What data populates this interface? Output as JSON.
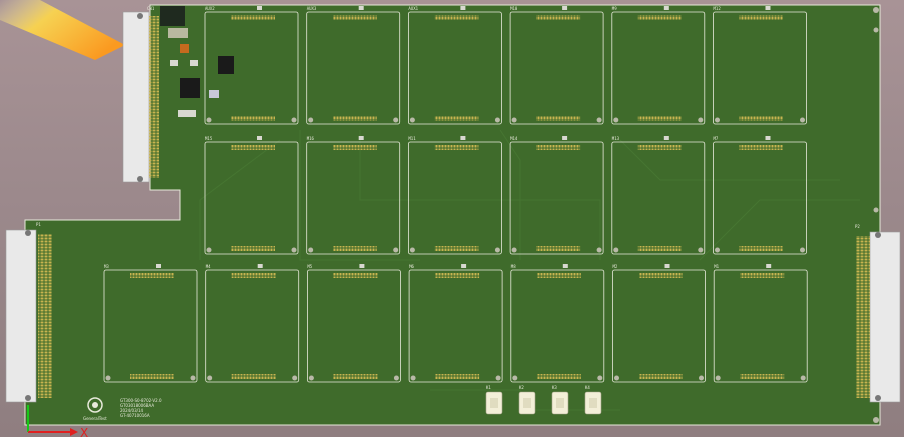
{
  "board": {
    "top_labels": [
      "AUX2",
      "AUX3",
      "AUX1",
      "M10",
      "M9",
      "M12"
    ],
    "row2_labels": [
      "M15",
      "M16",
      "M11",
      "M14",
      "M13",
      "M7"
    ],
    "row3_labels": [
      "M3",
      "M4",
      "M5",
      "M6",
      "M8",
      "M2",
      "M1"
    ],
    "connector_top": "CN1",
    "connector_left": "P1",
    "connector_right": "P2",
    "logo_text": "GeneralTest",
    "info_lines": [
      "GT300-S0-8702-V2.0",
      "GT03018006BAA",
      "2024/03/14",
      "GT-40710016A"
    ],
    "relays": [
      "K1",
      "K2",
      "K3",
      "K4"
    ]
  },
  "axis": {
    "x_label": "X"
  },
  "colors": {
    "pcb": "#3f6b2b",
    "pcb_dark": "#2f5a22",
    "silk": "#e8eadb",
    "gold": "#c8b450",
    "connector": "#e9e9e9"
  }
}
